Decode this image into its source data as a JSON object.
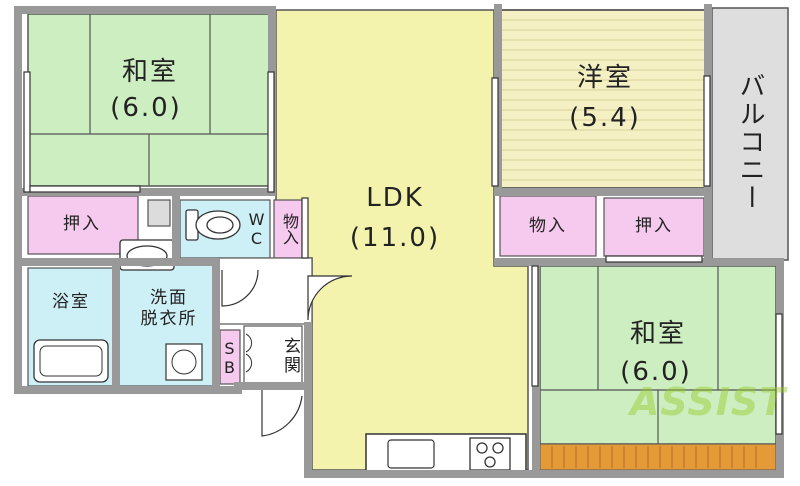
{
  "colors": {
    "wall": "#999999",
    "tatami": "#cdeec0",
    "ldk": "#f4f3ae",
    "yoshitsu": "#f4f0c4",
    "closet": "#f6c9ef",
    "wet": "#cdeff6",
    "balcony": "#dedede",
    "floor_strip": "#e49a38",
    "watermark": "#a8d43c"
  },
  "rooms": {
    "washitsu_left": {
      "name": "和室",
      "size": "(6.0)"
    },
    "yoshitsu": {
      "name": "洋室",
      "size": "(5.4)"
    },
    "ldk": {
      "name": "LDK",
      "size": "(11.0)"
    },
    "washitsu_right": {
      "name": "和室",
      "size": "(6.0)"
    },
    "balcony": "バルコニー",
    "oshiire_left": "押入",
    "oshiire_right": "押入",
    "monoire_wc": "物入",
    "monoire_yoshitsu": "物入",
    "wc": "WC",
    "bath": "浴室",
    "senmen": "洗面\n脱衣所",
    "sb": "SB",
    "genkan": "玄関"
  },
  "watermark": {
    "text": "ASSIST"
  }
}
